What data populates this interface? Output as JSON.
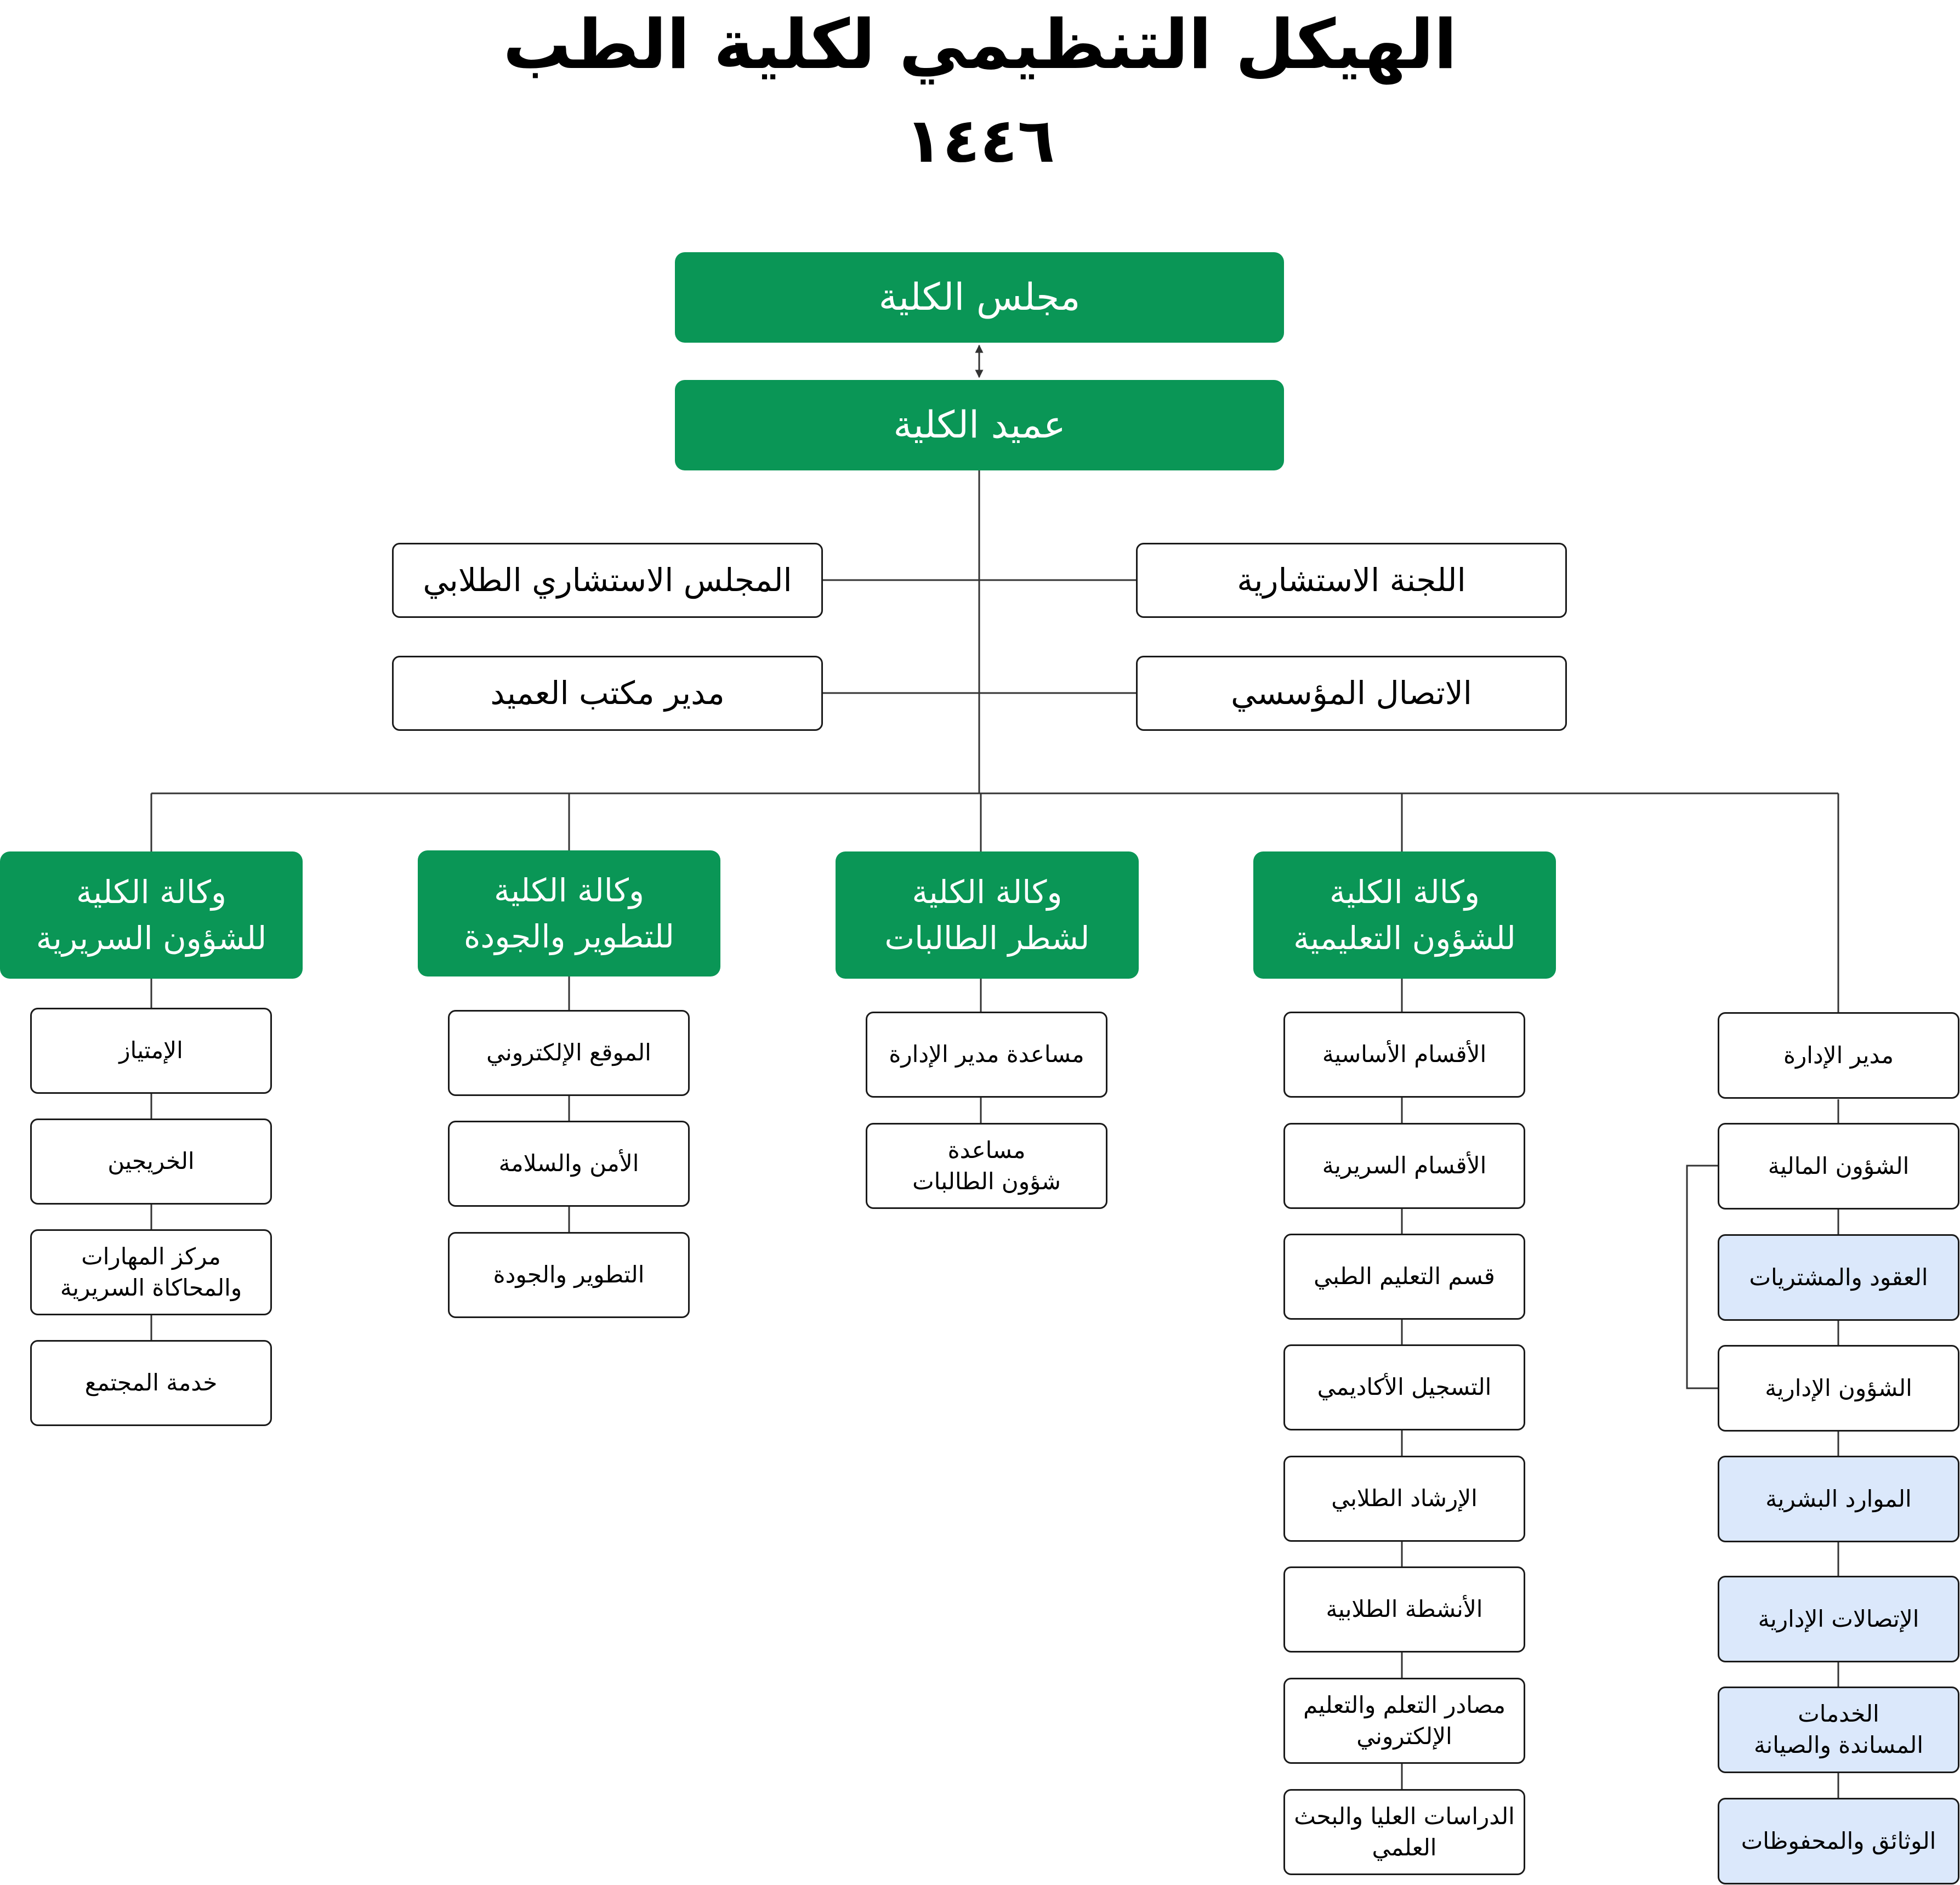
{
  "page": {
    "title": "الهيكل التنظيمي لكلية الطب",
    "year": "١٤٤٦"
  },
  "colors": {
    "primary_green": "#0a9656",
    "highlight_blue": "#dbe8fb",
    "line": "#333333"
  },
  "chart": {
    "council": "مجلس الكلية",
    "dean": "عميد الكلية",
    "advisory_committee": "اللجنة الاستشارية",
    "student_council": "المجلس الاستشاري الطلابي",
    "institutional_comm": "الاتصال المؤسسي",
    "dean_office": "مدير مكتب العميد",
    "vp_clinical": "وكالة الكلية\nللشؤون السريرية",
    "vp_dev": "وكالة الكلية\nللتطوير والجودة",
    "vp_female": "وكالة الكلية\nلشطر الطالبات",
    "vp_edu": "وكالة الكلية\nللشؤون التعليمية",
    "clinical_items": [
      "الإمتياز",
      "الخريجين",
      "مركز المهارات\nوالمحاكاة السريرية",
      "خدمة المجتمع"
    ],
    "dev_items": [
      "الموقع الإلكتروني",
      "الأمن والسلامة",
      "التطوير والجودة"
    ],
    "female_items": [
      "مساعدة مدير الإدارة",
      "مساعدة\nشؤون الطالبات"
    ],
    "edu_items": [
      "الأقسام الأساسية",
      "الأقسام السريرية",
      "قسم التعليم الطبي",
      "التسجيل الأكاديمي",
      "الإرشاد الطلابي",
      "الأنشطة الطلابية",
      "مصادر التعلم والتعليم\nالإلكتروني",
      "الدراسات العليا والبحث\nالعلمي"
    ],
    "admin_manager": "مدير الإدارة",
    "finance": "الشؤون المالية",
    "contracts": "العقود والمشتريات",
    "admin_affairs": "الشؤون الإدارية",
    "hr": "الموارد البشرية",
    "admin_comm": "الإتصالات الإدارية",
    "support_services": "الخدمات\nالمساندة والصيانة",
    "documents": "الوثائق والمحفوظات"
  }
}
